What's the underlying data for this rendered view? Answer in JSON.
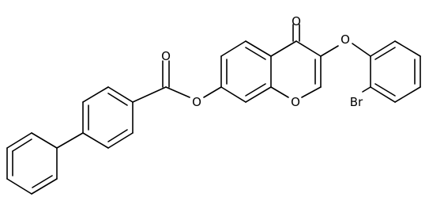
{
  "atoms": {
    "carbonyl_o_ketone": "O",
    "ester_carbonyl_o": "O",
    "ester_o": "O",
    "ring_o": "O",
    "ether_o": "O",
    "bromine": "Br"
  }
}
